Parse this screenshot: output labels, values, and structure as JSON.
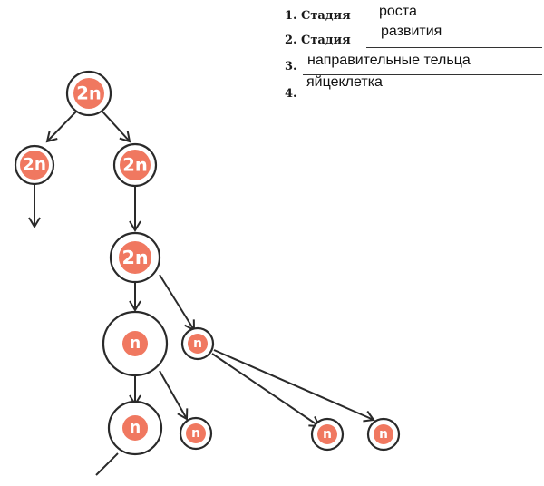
{
  "legend": {
    "items": [
      {
        "number": "1.",
        "label": "Стадия",
        "answer": "роста"
      },
      {
        "number": "2.",
        "label": "Стадия",
        "answer": "развития"
      },
      {
        "number": "3.",
        "label": "",
        "answer": "направительные тельца"
      },
      {
        "number": "4.",
        "label": "",
        "answer": "яйцеклетка"
      }
    ]
  },
  "diagram": {
    "colors": {
      "fill": "#f07860",
      "stroke": "#2a2a2a",
      "cell_bg": "#ffffff"
    },
    "cells": [
      {
        "id": "root",
        "label": "2n"
      },
      {
        "id": "left-child",
        "label": "2n"
      },
      {
        "id": "right-child",
        "label": "2n"
      },
      {
        "id": "growth-cell",
        "label": "2n"
      },
      {
        "id": "large-n-1",
        "label": "n"
      },
      {
        "id": "small-n-1",
        "label": "n"
      },
      {
        "id": "large-n-2",
        "label": "n"
      },
      {
        "id": "small-n-2",
        "label": "n"
      },
      {
        "id": "small-n-3",
        "label": "n"
      },
      {
        "id": "small-n-4",
        "label": "n"
      }
    ]
  }
}
